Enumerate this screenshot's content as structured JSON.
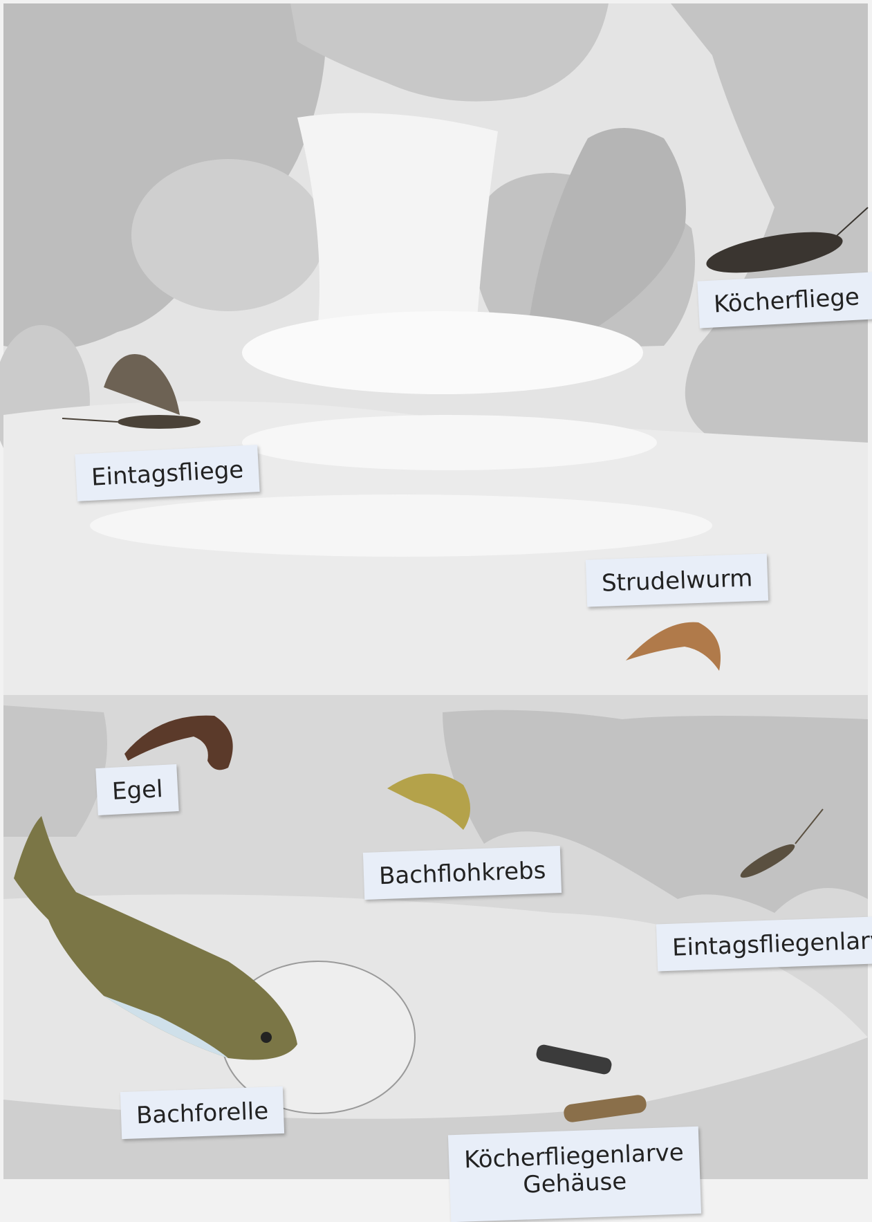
{
  "labels": {
    "koecherfliege": "Köcherfliege",
    "eintagsfliege": "Eintagsfliege",
    "strudelwurm": "Strudelwurm",
    "egel": "Egel",
    "bachflohkrebs": "Bachflohkrebs",
    "eintagsfliegenlarve": "Eintagsfliegenlarve",
    "bachforelle": "Bachforelle",
    "koecherfliegenlarve": "Köcherfliegenlarve",
    "koecherfliegenlarve_line2": "Gehäuse"
  }
}
